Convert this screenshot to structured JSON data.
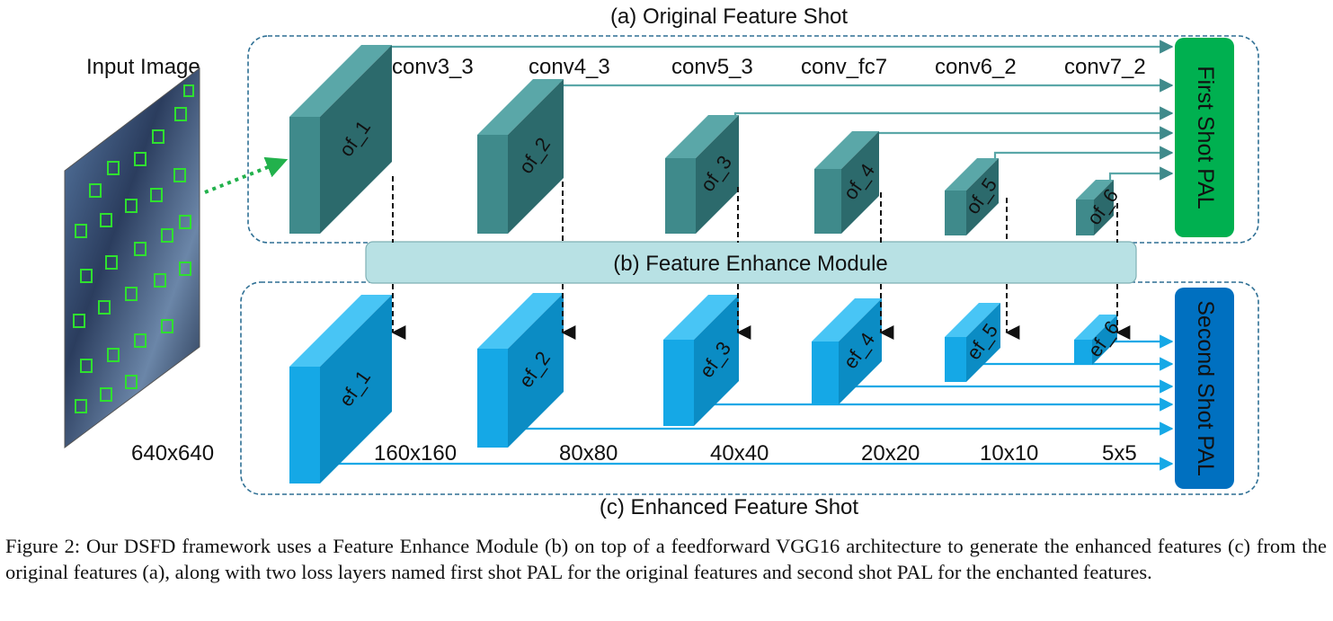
{
  "diagram": {
    "section_a_title": "(a) Original Feature Shot",
    "section_b_title": "(b) Feature Enhance Module",
    "section_c_title": "(c) Enhanced Feature Shot",
    "input_label": "Input Image",
    "input_size": "640x640",
    "conv_layers": [
      "conv3_3",
      "conv4_3",
      "conv5_3",
      "conv_fc7",
      "conv6_2",
      "conv7_2"
    ],
    "original_blocks": [
      "of_1",
      "of_2",
      "of_3",
      "of_4",
      "of_5",
      "of_6"
    ],
    "enhanced_blocks": [
      "ef_1",
      "ef_2",
      "ef_3",
      "ef_4",
      "ef_5",
      "ef_6"
    ],
    "feature_sizes": [
      "160x160",
      "80x80",
      "40x40",
      "20x20",
      "10x10",
      "5x5"
    ],
    "first_pal": "First Shot PAL",
    "second_pal": "Second Shot PAL",
    "colors": {
      "original_front": "#3f8a8b",
      "original_top": "#5aa7a8",
      "original_side": "#2c6a6c",
      "enhanced_front": "#15a8e6",
      "enhanced_top": "#48c5f5",
      "enhanced_side": "#0b8cc4",
      "module_fill": "#b8e1e4",
      "first_pal_fill": "#00b050",
      "second_pal_fill": "#0070c0",
      "box_border": "#2e6f94"
    }
  },
  "caption": {
    "figure_label": "Figure 2:",
    "text": "Our DSFD framework uses a Feature Enhance Module (b) on top of a feedforward VGG16 architecture to generate the enhanced features (c) from the original features (a), along with two loss layers named first shot PAL for the original features and second shot PAL for the enchanted features."
  }
}
